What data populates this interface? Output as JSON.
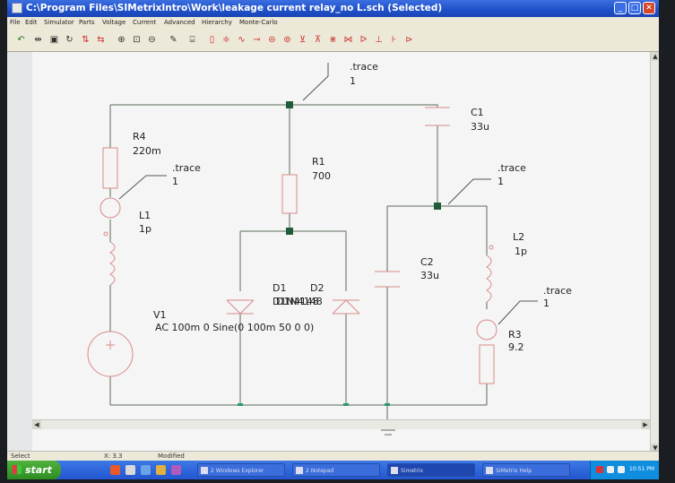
{
  "window": {
    "title": "C:\\Program Files\\SIMetrixIntro\\Work\\leakage current relay_no L.sch (Selected)"
  },
  "menu": [
    "File",
    "Edit",
    "Simulator",
    "Parts",
    "Voltage",
    "Current",
    "Advanced",
    "Hierarchy",
    "Monte-Carlo"
  ],
  "toolbar": {
    "icons": [
      "undo-icon",
      "open-icon",
      "print-icon",
      "rotate-icon",
      "flip-icon",
      "mirror-icon",
      "zoom-in-icon",
      "zoom-fit-icon",
      "zoom-out-icon",
      "pen-icon",
      "wire-icon",
      "resistor-part-icon",
      "capacitor-part-icon",
      "inductor-part-icon",
      "diode-part-icon",
      "source-part-icon",
      "ground-part-icon",
      "npn-part-icon",
      "pnp-part-icon",
      "nmos-part-icon",
      "pmos-part-icon",
      "opamp-part-icon",
      "switch-part-icon",
      "probe-part-icon",
      "terminal-part-icon"
    ]
  },
  "schematic": {
    "R4": {
      "ref": "R4",
      "value": "220m"
    },
    "R1": {
      "ref": "R1",
      "value": "700"
    },
    "R3": {
      "ref": "R3",
      "value": "9.2"
    },
    "C1": {
      "ref": "C1",
      "value": "33u"
    },
    "C2": {
      "ref": "C2",
      "value": "33u"
    },
    "L1": {
      "ref": "L1",
      "value": "1p"
    },
    "L2": {
      "ref": "L2",
      "value": "1p"
    },
    "D1": {
      "ref": "D1"
    },
    "D2": {
      "ref": "D2"
    },
    "diode_model": "D1N4148",
    "V1": {
      "ref": "V1",
      "value": "AC 100m 0 Sine(0 100m 50 0 0)"
    },
    "probes": [
      {
        "name": ".trace",
        "value": "1"
      },
      {
        "name": ".trace",
        "value": "1"
      },
      {
        "name": ".trace",
        "value": "1"
      },
      {
        "name": ".trace",
        "value": "1"
      }
    ]
  },
  "status": {
    "mode": "Select",
    "coords": "X: 3.3",
    "state": "Modified"
  },
  "taskbar": {
    "start": "start",
    "tasks": [
      {
        "label": "2 Windows Explorer",
        "active": false
      },
      {
        "label": "2 Notepad",
        "active": false
      },
      {
        "label": "Simetrix",
        "active": true
      },
      {
        "label": "SIMetrix Help",
        "active": false
      }
    ],
    "clock": "10:51 PM"
  }
}
